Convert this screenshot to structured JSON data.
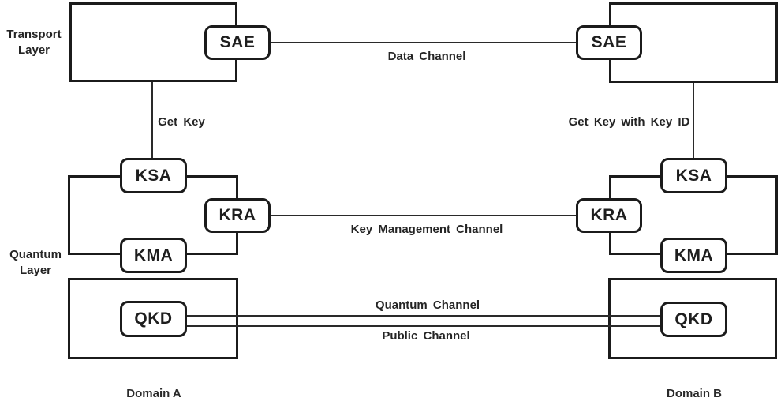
{
  "figure": {
    "background": "#ffffff",
    "line_color": "#1b1b1b",
    "text_color": "#242424"
  },
  "layer_labels": {
    "transport": {
      "line1": "Transport",
      "line2": "Layer"
    },
    "quantum": {
      "line1": "Quantum",
      "line2": "Layer"
    }
  },
  "domains": {
    "a": {
      "label": "Domain A"
    },
    "b": {
      "label": "Domain B"
    }
  },
  "nodes": {
    "sae_a": {
      "label": "SAE"
    },
    "sae_b": {
      "label": "SAE"
    },
    "ksa_a": {
      "label": "KSA"
    },
    "kra_a": {
      "label": "KRA"
    },
    "kma_a": {
      "label": "KMA"
    },
    "ksa_b": {
      "label": "KSA"
    },
    "kra_b": {
      "label": "KRA"
    },
    "kma_b": {
      "label": "KMA"
    },
    "qkd_a": {
      "label": "QKD"
    },
    "qkd_b": {
      "label": "QKD"
    }
  },
  "channels": {
    "data": {
      "label": "Data Channel"
    },
    "key_management": {
      "label": "Key Management Channel"
    },
    "quantum": {
      "label": "Quantum Channel"
    },
    "public": {
      "label": "Public Channel"
    }
  },
  "api_calls": {
    "get_key": {
      "label": "Get Key"
    },
    "get_key_with_key_id": {
      "label": "Get Key with Key ID"
    }
  }
}
